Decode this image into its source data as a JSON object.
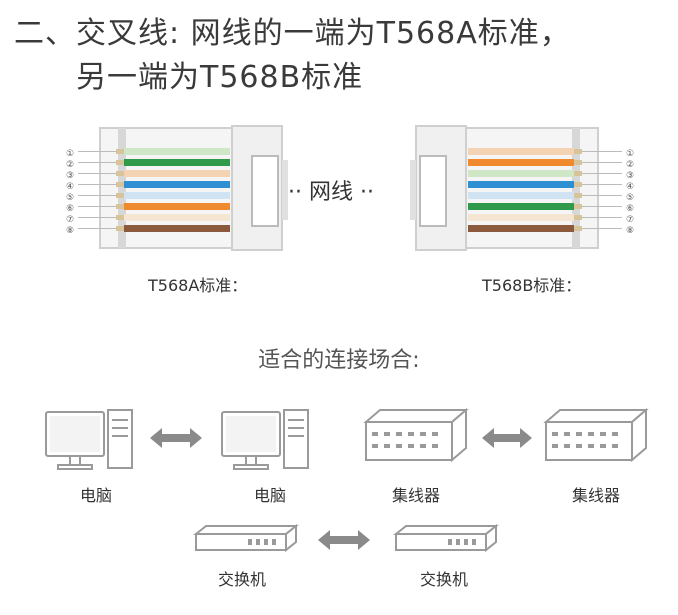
{
  "title": {
    "line1": "二、交叉线: 网线的一端为T568A标准，",
    "line2": "另一端为T568B标准"
  },
  "connectors": {
    "left_label": "T568A标准：",
    "right_label": "T568B标准：",
    "middle_text": "·· 网线 ··",
    "left_pins": [
      "①",
      "②",
      "③",
      "④",
      "⑤",
      "⑥",
      "⑦",
      "⑧"
    ],
    "right_pins": [
      "①",
      "②",
      "③",
      "④",
      "⑤",
      "⑥",
      "⑦",
      "⑧"
    ],
    "left_wire_colors": [
      "#cfe7c7",
      "#2e9a4a",
      "#f4d3b5",
      "#2f8fd3",
      "#cfe3f3",
      "#f08a2e",
      "#f5e6d3",
      "#8b5a3c"
    ],
    "right_wire_colors": [
      "#f4d3b5",
      "#f08a2e",
      "#cfe7c7",
      "#2f8fd3",
      "#cfe3f3",
      "#2e9a4a",
      "#f5e6d3",
      "#8b5a3c"
    ]
  },
  "scenarios": {
    "heading": "适合的连接场合:",
    "pairs": [
      {
        "left": "电脑",
        "right": "电脑",
        "kind": "computer"
      },
      {
        "left": "集线器",
        "right": "集线器",
        "kind": "hub"
      },
      {
        "left": "交换机",
        "right": "交换机",
        "kind": "switch"
      }
    ]
  },
  "colors": {
    "icon_stroke": "#9a9a9a",
    "arrow": "#8a8a8a"
  }
}
